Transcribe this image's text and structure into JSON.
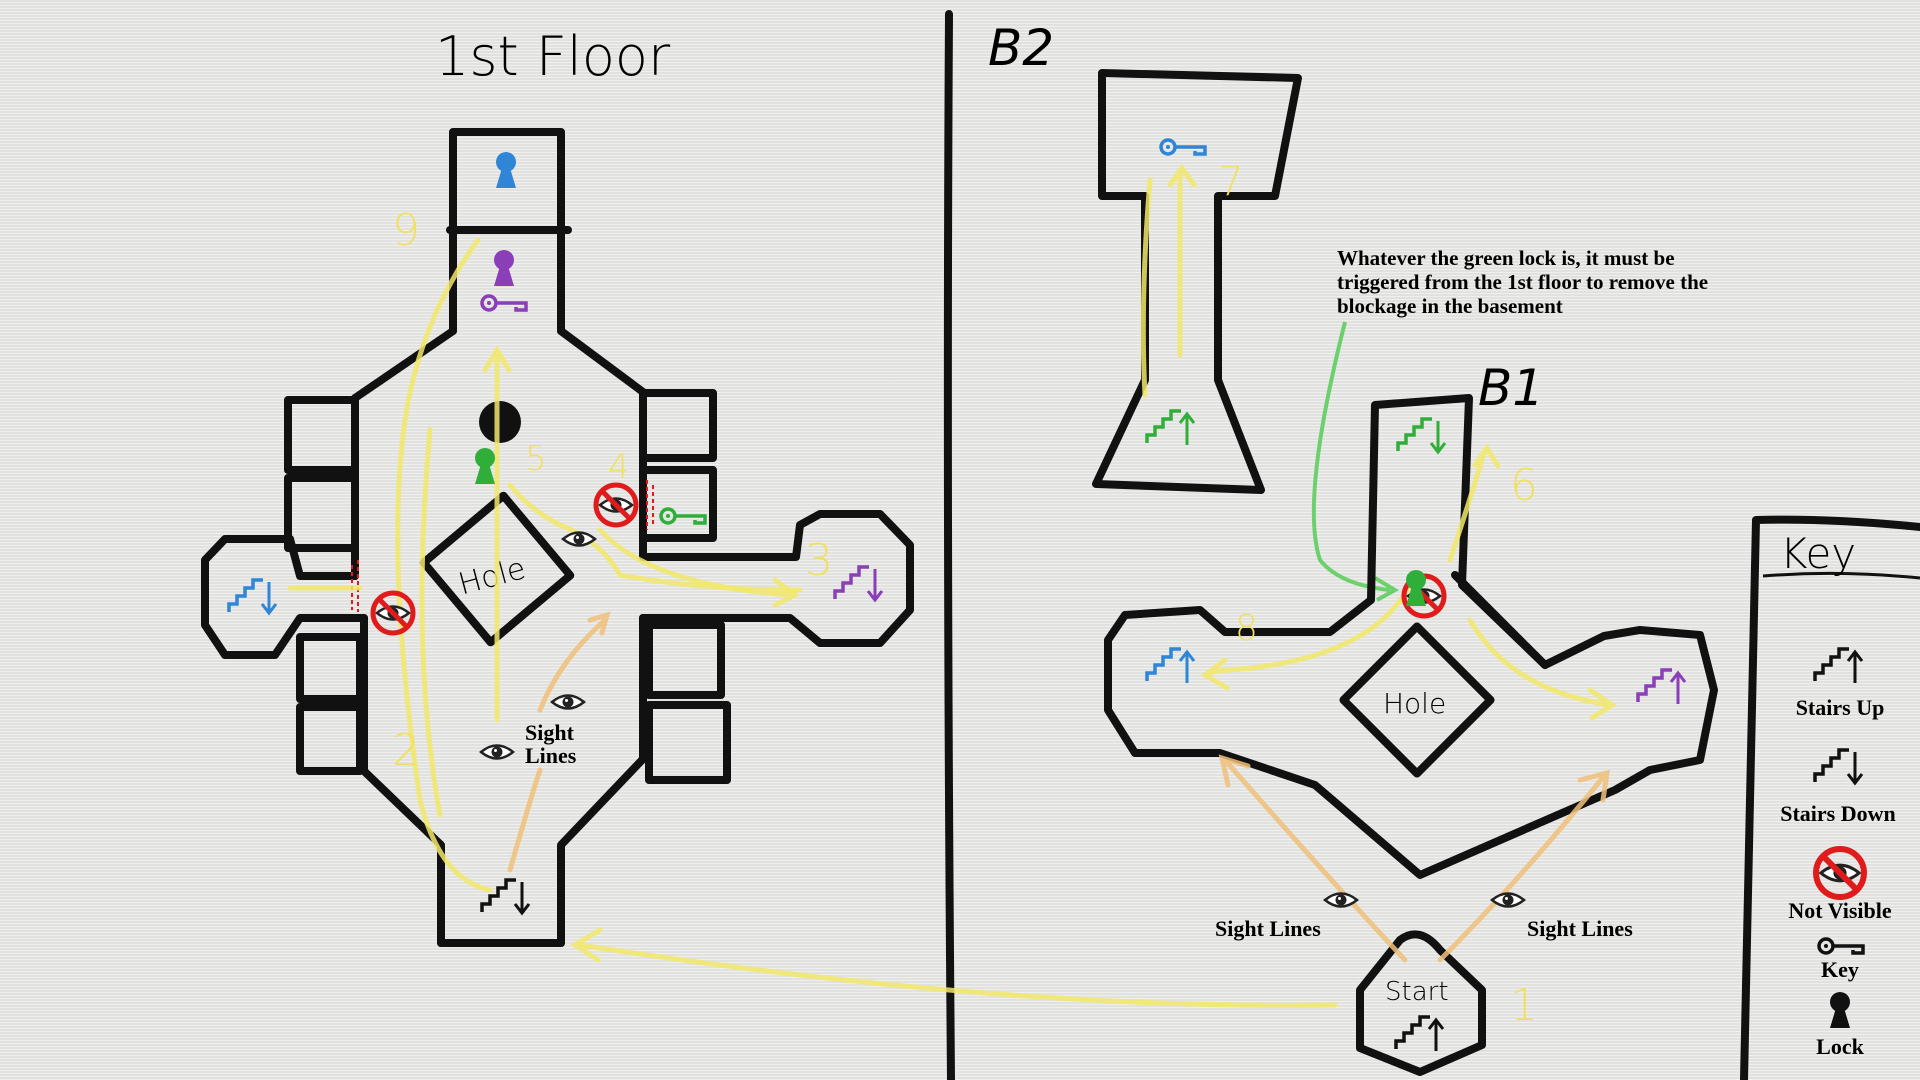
{
  "titles": {
    "first_floor": "1st Floor",
    "b2": "B2",
    "b1": "B1"
  },
  "note": {
    "lines": [
      "Whatever the green lock is, it must be",
      "triggered from the 1st floor to remove the",
      "blockage in the basement"
    ]
  },
  "first_floor": {
    "hole_label": "Hole",
    "sight_lines_label_1": "Sight",
    "sight_lines_label_2": "Lines",
    "step_numbers": [
      "9",
      "5",
      "4",
      "3",
      "2"
    ]
  },
  "b2": {
    "step_numbers": [
      "7"
    ]
  },
  "b1": {
    "hole_label": "Hole",
    "start_label": "Start",
    "sight_lines_left": "Sight Lines",
    "sight_lines_right": "Sight Lines",
    "step_numbers": [
      "6",
      "8",
      "1"
    ]
  },
  "legend": {
    "title": "Key",
    "items": [
      {
        "icon": "stairs-up-icon",
        "label": "Stairs Up"
      },
      {
        "icon": "stairs-down-icon",
        "label": "Stairs Down"
      },
      {
        "icon": "not-visible-icon",
        "label": "Not Visible"
      },
      {
        "icon": "key-icon",
        "label": "Key"
      },
      {
        "icon": "lock-icon",
        "label": "Lock"
      }
    ]
  },
  "colors": {
    "blue": "#2f86d6",
    "purple": "#8a3fb8",
    "green": "#2fae3a",
    "red": "#e01b1b",
    "path_yellow": "#f2e86a",
    "sight_orange": "#f0c07a",
    "ink": "#111111"
  }
}
